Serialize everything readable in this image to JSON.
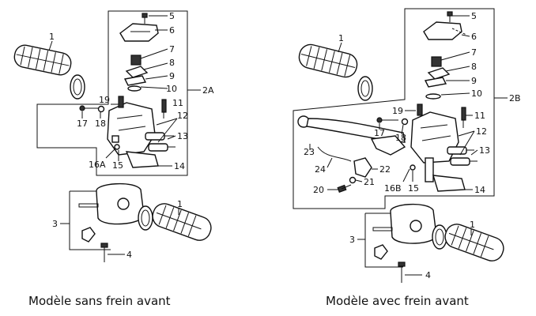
{
  "left_diagram": {
    "caption": "Modèle sans frein avant",
    "labels": [
      "1",
      "5",
      "6",
      "7",
      "8",
      "9",
      "10",
      "2A",
      "11",
      "19",
      "17",
      "18",
      "12",
      "13",
      "16A",
      "15",
      "14",
      "3",
      "1",
      "4"
    ]
  },
  "right_diagram": {
    "caption": "Modèle avec frein avant",
    "labels": [
      "5",
      "6",
      "1",
      "7",
      "8",
      "9",
      "10",
      "2B",
      "19",
      "11",
      "17",
      "18",
      "12",
      "13",
      "23",
      "24",
      "22",
      "21",
      "15",
      "16B",
      "14",
      "20",
      "3",
      "1",
      "4"
    ]
  }
}
